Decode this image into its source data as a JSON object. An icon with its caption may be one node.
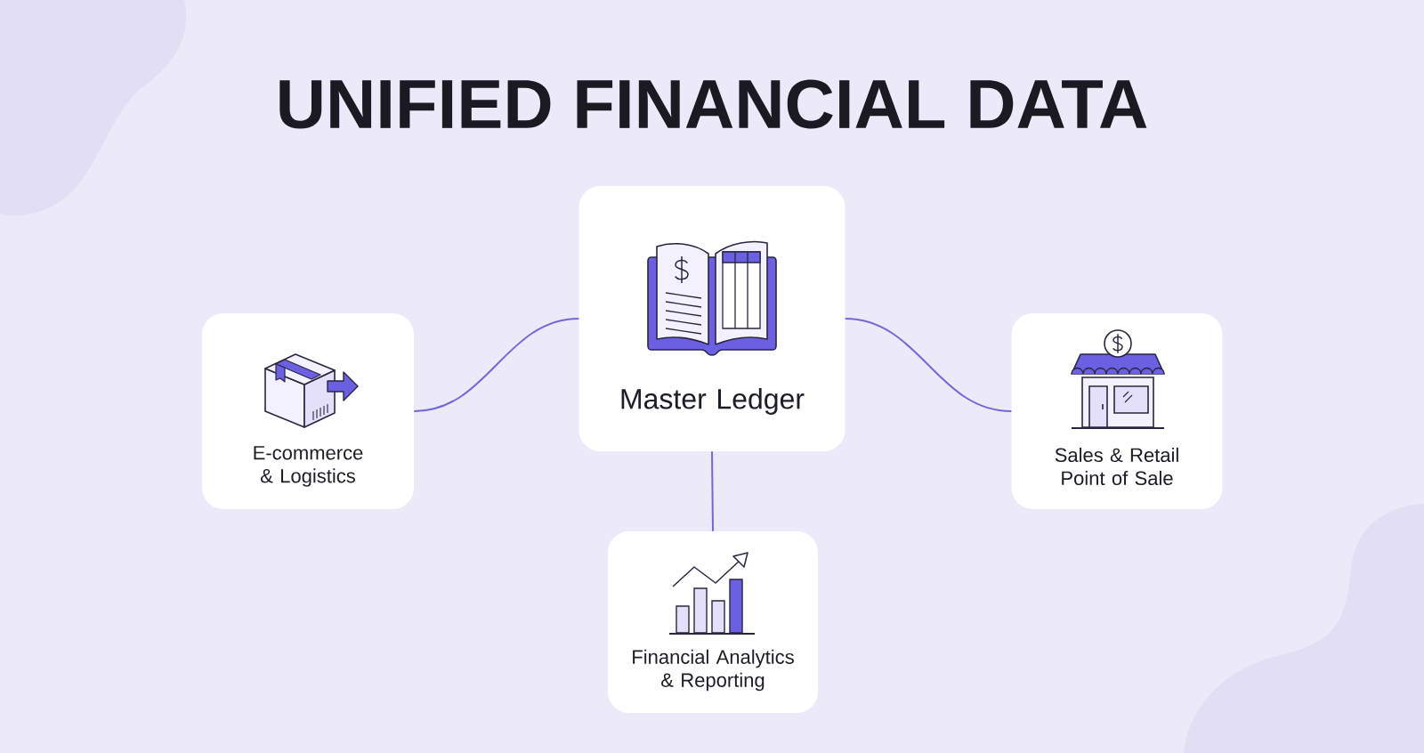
{
  "diagram": {
    "title": "UNIFIED FINANCIAL DATA",
    "nodes": [
      {
        "text": [
          "Master Ledger"
        ]
      },
      {
        "text": [
          "E-commerce & Logistics"
        ]
      },
      {
        "text": [
          "Sales & Retail Point of Sale"
        ]
      },
      {
        "text": [
          "Financial Analytics & Reporting"
        ]
      }
    ],
    "edges": [
      {
        "from": 0,
        "to": 1,
        "arrow": "none"
      },
      {
        "from": 0,
        "to": 2,
        "arrow": "none"
      },
      {
        "from": 0,
        "to": 3,
        "arrow": "none"
      }
    ]
  }
}
